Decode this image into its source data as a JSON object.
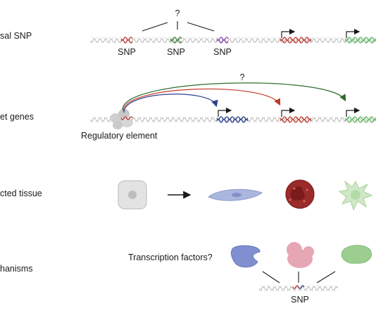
{
  "rows": {
    "causal_snp_label": "sal SNP",
    "target_genes_label": "et genes",
    "affected_tissue_label": "cted tissue",
    "mechanisms_label": "hanisms"
  },
  "causal_snp": {
    "question": "?",
    "snp_labels": [
      "SNP",
      "SNP",
      "SNP"
    ],
    "snp_colors": [
      "#c0392b",
      "#2e7d32",
      "#8e44ad"
    ]
  },
  "target_genes": {
    "question": "?",
    "element_label": "Regulatory element",
    "gene_colors": [
      "#2c3e8f",
      "#c0392b",
      "#5cb85c"
    ]
  },
  "mechanisms": {
    "tf_label": "Transcription factors?",
    "snp_label": "SNP"
  },
  "colors": {
    "dna": "#bdbdbd",
    "cell_gray": "#dcdcdc",
    "fibroblast": "#aab6dd",
    "neutrophil": "#9b2b2b",
    "dendritic": "#cfe8c6",
    "tf_blue": "#7f8fcf",
    "tf_pink": "#e7a6b4",
    "tf_green": "#9ccf8f"
  }
}
